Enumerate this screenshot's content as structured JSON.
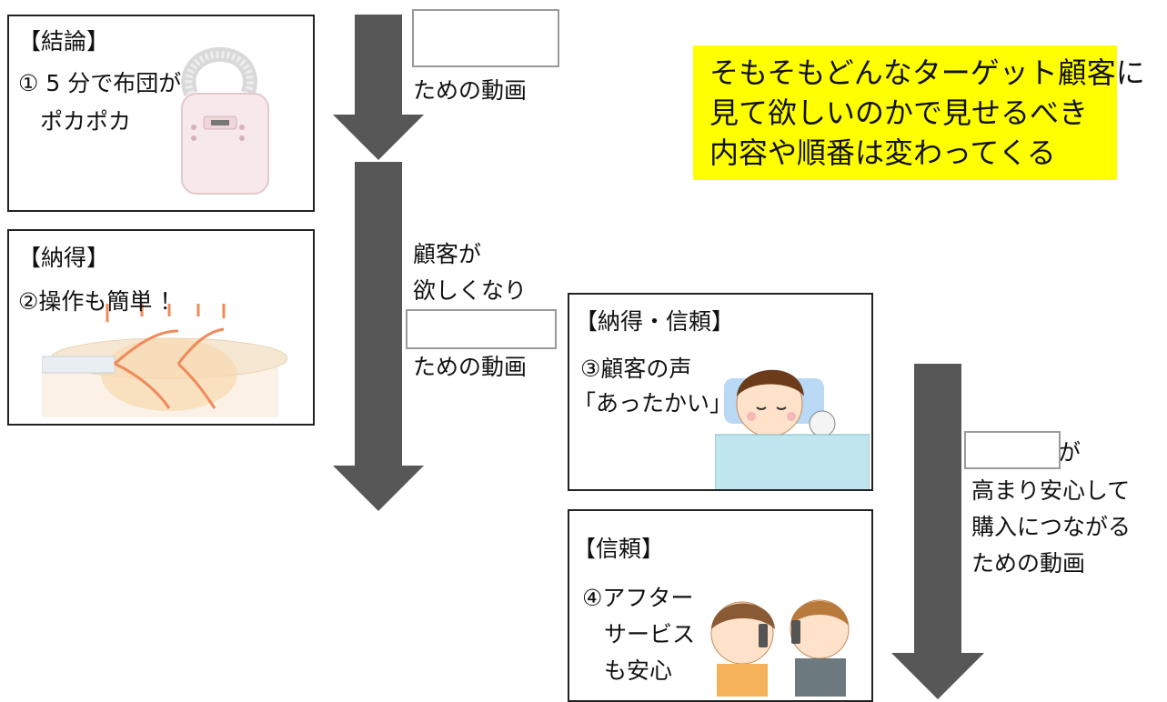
{
  "colors": {
    "arrow": "#575757",
    "callout_bg": "#ffff00",
    "border": "#222222"
  },
  "boxes": {
    "conclusion": {
      "heading": "【結論】",
      "line1": "① 5 分で布団が",
      "line2": "ポカポカ"
    },
    "nattoku": {
      "heading": "【納得】",
      "line1": "②操作も簡単 ！"
    },
    "nattoku_shinrai": {
      "heading": "【納得・信頼】",
      "line1": "③顧客の声",
      "line2": "「あったかい」"
    },
    "shinrai": {
      "heading": "【信頼】",
      "line1": "④アフター",
      "line2": "サービス",
      "line3": "も安心"
    }
  },
  "labels": {
    "label1_line1": "ための動画",
    "label2_line1": "顧客が",
    "label2_line2": "欲しくなり",
    "label2_line3": "ための動画",
    "label3_line1": "が",
    "label3_line2": "高まり安心して",
    "label3_line3": "購入につながる",
    "label3_line4": "ための動画"
  },
  "callout": {
    "line1": "そもそもどんなターゲット顧客に",
    "line2": "見て欲しいのかで見せるべき",
    "line3": "内容や順番は変わってくる"
  }
}
